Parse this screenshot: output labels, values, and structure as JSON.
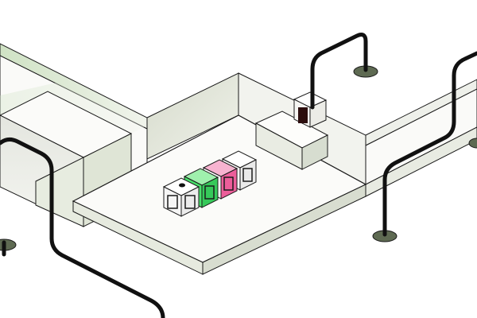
{
  "scene": {
    "kind": "isometric-puzzle-level",
    "colors": {
      "background": "#ffffff",
      "floor_top": "#fafaf8",
      "wall_face": "#e9ece3",
      "wall_face_tint": "#d9ead3",
      "outline": "#1a1a1a",
      "cable": "#111111",
      "hole": "#5e6a52",
      "goal_dark": "#2b0d0d",
      "block_green": "#48e06a",
      "block_pink": "#ec5e9a",
      "block_white": "#ffffff"
    },
    "blocks": [
      {
        "id": "player-block",
        "color": "white",
        "has_marker": true
      },
      {
        "id": "green-block",
        "color": "green",
        "has_marker": false
      },
      {
        "id": "pink-block",
        "color": "pink",
        "has_marker": false
      },
      {
        "id": "white-block",
        "color": "white",
        "has_marker": false
      }
    ],
    "cables_count": 4,
    "goal_tiles": 1
  }
}
